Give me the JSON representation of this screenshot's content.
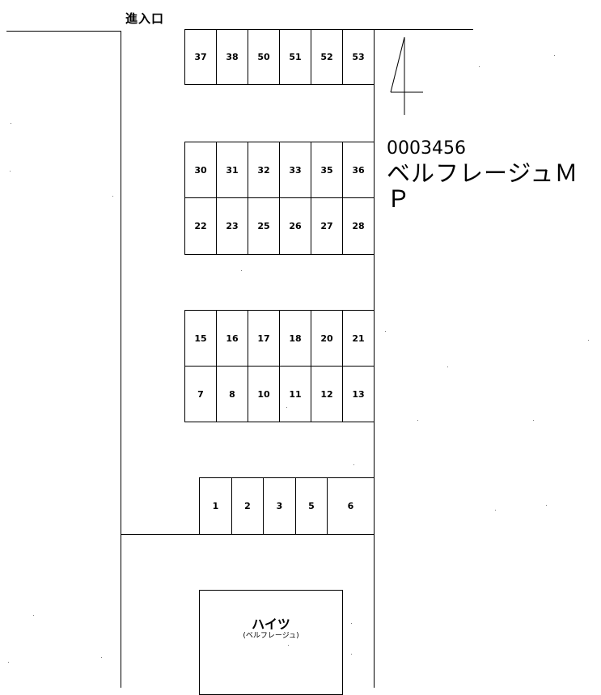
{
  "entrance_label": "進入口",
  "property_code": "0003456",
  "property_name": "ベルフレージュＭＰ",
  "building": {
    "name": "ハイツ",
    "sub": "(ベルフレージュ)"
  },
  "north_marker": "north-arrow",
  "slots": {
    "row1": [
      "37",
      "38",
      "50",
      "51",
      "52",
      "53"
    ],
    "row2": [
      "30",
      "31",
      "32",
      "33",
      "35",
      "36"
    ],
    "row3": [
      "22",
      "23",
      "25",
      "26",
      "27",
      "28"
    ],
    "row4": [
      "15",
      "16",
      "17",
      "18",
      "20",
      "21"
    ],
    "row5": [
      "7",
      "8",
      "10",
      "11",
      "12",
      "13"
    ],
    "row6": [
      "1",
      "2",
      "3",
      "5",
      "6"
    ]
  }
}
